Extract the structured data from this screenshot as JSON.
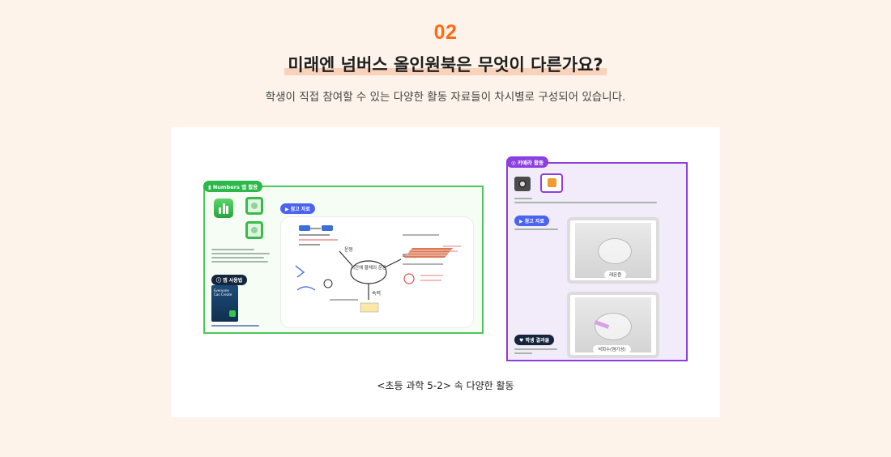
{
  "section_number": "02",
  "headline": "미래엔 넘버스 올인원북은 무엇이 다른가요?",
  "subheadline": "학생이 직접 참여할 수 있는 다양한 활동 자료들이 차시별로 구성되어 있습니다.",
  "caption": "<초등 과학 5-2> 속 다양한 활동",
  "left_panel": {
    "tag": "Numbers 앱 활용",
    "reference_tag": "참고 자료",
    "app_usage_label": "앱 사용법",
    "book_title": "Everyone Can Create",
    "sketch": {
      "center": "시간에 물체의 운동",
      "top": "운동",
      "right": "빠르기",
      "bottom": "속력"
    }
  },
  "right_panel": {
    "tag": "카메라 활동",
    "reference_tag": "참고 자료",
    "result_tag": "학생 결과물",
    "tablet1_label": "레몬즙",
    "tablet2_label": "석회수(염기성)"
  },
  "colors": {
    "accent_orange": "#ff6a13",
    "numbers_green": "#2cb84a",
    "camera_purple": "#8b3fe0",
    "tag_blue": "#4a63f0",
    "dark_navy": "#14253e"
  }
}
